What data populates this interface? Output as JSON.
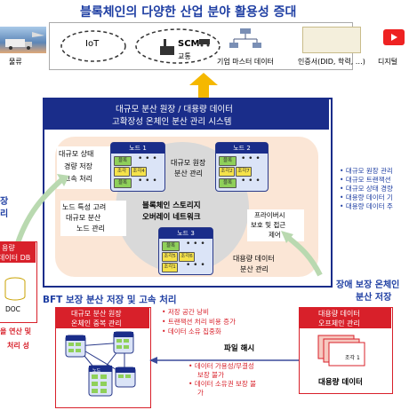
{
  "header": {
    "title": "블록체인의 다양한 산업 분야 활용성 증대",
    "items": {
      "logistics": "물류",
      "iot": "IoT",
      "scm": "SCM",
      "traffic": "교통",
      "enterprise": "기업 마스터 데이터",
      "cert": "인증서(DID, 학력, …)",
      "digital": "디지털"
    }
  },
  "system": {
    "title_line1": "대규모 분산 원장 / 대용량 데이터",
    "title_line2": "고확장성 온체인 분산 관리 시스템",
    "left_top": [
      "대규모 상태",
      "경량 저장",
      "고속 처리"
    ],
    "left_mid": [
      "노드 특성 고려",
      "대규모 분산",
      "노드 관리"
    ],
    "center_top": [
      "대규모 원장",
      "분산 관리"
    ],
    "center_mid": [
      "블록체인 스토리지",
      "오버레이 네트워크"
    ],
    "right_mid": [
      "프라이버시",
      "보호 및 접근",
      "제어"
    ],
    "right_bottom": [
      "대용량 데이터",
      "분산 관리"
    ],
    "node1": "노드 1",
    "node2": "노드 2",
    "node3": "노드 3",
    "chip_labels": {
      "block": "블록",
      "piece": "조각",
      "piece1": "조각1",
      "piece2": "조각2",
      "piece4": "조각4",
      "piece5": "조각5",
      "piece6": "조각6",
      "piece7": "조각7"
    },
    "dots": "• • •"
  },
  "right_list": [
    "대규모 원장 관리",
    "대규모 트랜잭션",
    "대규모 상태 경량",
    "대용량 데이터 기",
    "대용량 데이터 주"
  ],
  "left_cut": {
    "line1": "장",
    "line2": "리",
    "db_line1": "용량",
    "db_line2": "데이터 DB",
    "doc": "DOC",
    "red1": "을 연산 및",
    "red2": "처리 성"
  },
  "right_cut": {
    "line1": "장애 보장 온체인",
    "line2": "분산 저장"
  },
  "bft": {
    "title": "BFT 보장 분산 저장 및 고속 처리",
    "box_title_line1": "대규모 분산 원장",
    "box_title_line2": "온체인 중복 관리",
    "node_label": "노드"
  },
  "problems": {
    "items1": [
      "저장 공간 낭비",
      "트랜잭션 처리 비용 증가",
      "데이터 소유 집중화"
    ],
    "hash": "파일 해시",
    "items2": [
      "데이터 가용성/무결성",
      "보장 불가",
      "데이터 소유권 보장 불",
      "가"
    ]
  },
  "offchain": {
    "title_line1": "대용량 데이터",
    "title_line2": "오프체인 관리",
    "piece": "조각 1",
    "caption": "대용량 데이터"
  },
  "colors": {
    "navy": "#1a2d8a",
    "red": "#d8202a",
    "yellow_arrow": "#f5b800",
    "peach": "#fbe6d6"
  }
}
